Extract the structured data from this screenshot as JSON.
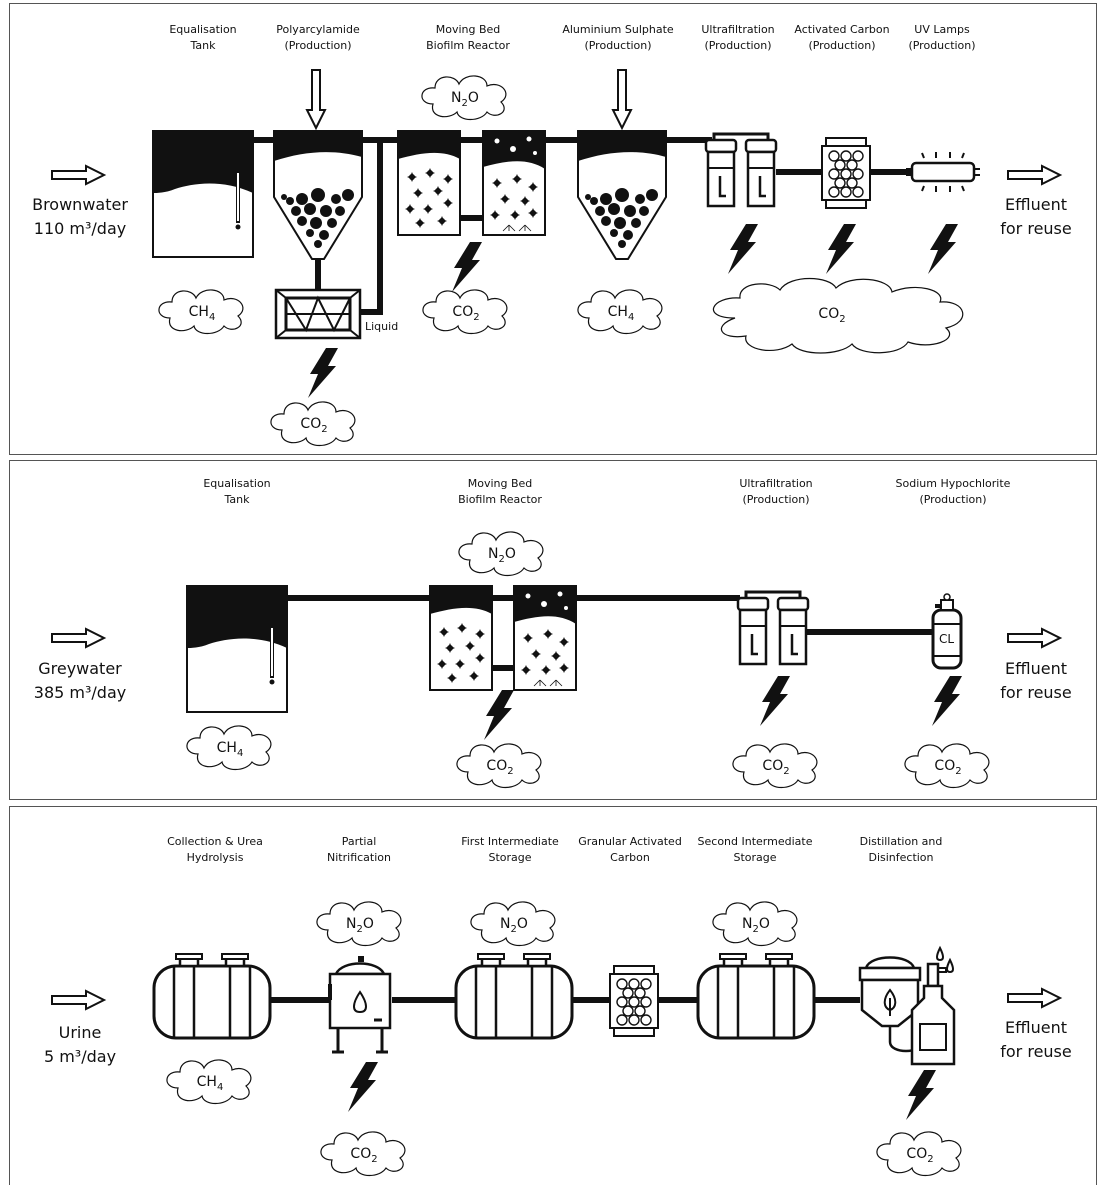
{
  "brownwater": {
    "feed": {
      "name": "Brownwater",
      "flow": "110 m³/day"
    },
    "effluent": {
      "line1": "Effluent",
      "line2": "for reuse"
    },
    "units": [
      {
        "line1": "Equalisation",
        "line2": "Tank"
      },
      {
        "line1": "Polyarcylamide",
        "line2": "(Production)"
      },
      {
        "line1": "Moving Bed",
        "line2": "Biofilm Reactor"
      },
      {
        "line1": "Aluminium Sulphate",
        "line2": "(Production)"
      },
      {
        "line1": "Ultrafiltration",
        "line2": "(Production)"
      },
      {
        "line1": "Activated Carbon",
        "line2": "(Production)"
      },
      {
        "line1": "UV Lamps",
        "line2": "(Production)"
      }
    ],
    "liquid_label": "Liquid"
  },
  "greywater": {
    "feed": {
      "name": "Greywater",
      "flow": "385 m³/day"
    },
    "effluent": {
      "line1": "Effluent",
      "line2": "for reuse"
    },
    "units": [
      {
        "line1": "Equalisation",
        "line2": "Tank"
      },
      {
        "line1": "Moving Bed",
        "line2": "Biofilm Reactor"
      },
      {
        "line1": "Ultrafiltration",
        "line2": "(Production)"
      },
      {
        "line1": "Sodium Hypochlorite",
        "line2": "(Production)"
      }
    ],
    "cl_label": "CL"
  },
  "urine": {
    "feed": {
      "name": "Urine",
      "flow": "5 m³/day"
    },
    "effluent": {
      "line1": "Effluent",
      "line2": "for reuse"
    },
    "units": [
      {
        "line1": "Collection & Urea",
        "line2": "Hydrolysis"
      },
      {
        "line1": "Partial",
        "line2": "Nitrification"
      },
      {
        "line1": "First Intermediate",
        "line2": "Storage"
      },
      {
        "line1": "Granular Activated",
        "line2": "Carbon"
      },
      {
        "line1": "Second Intermediate",
        "line2": "Storage"
      },
      {
        "line1": "Distillation and",
        "line2": "Disinfection"
      }
    ]
  },
  "gases": {
    "ch4": {
      "base": "CH",
      "sub": "4"
    },
    "n2o": {
      "pre": "N",
      "sub": "2",
      "post": "O"
    },
    "co2": {
      "base": "CO",
      "sub": "2"
    }
  }
}
